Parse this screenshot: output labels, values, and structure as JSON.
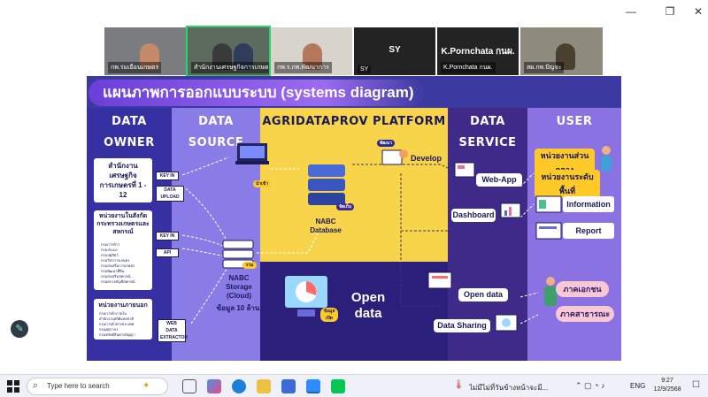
{
  "window": {
    "minimize_glyph": "—",
    "restore_glyph": "❐",
    "close_glyph": "✕"
  },
  "gallery": [
    {
      "name": "กพ.ร่มเยือนเกษตร"
    },
    {
      "name": "สำนักงานเศรษฐกิจการเกษตร..."
    },
    {
      "name": "กพ.ร.กพ.พัฒนาการ"
    },
    {
      "name": "SY",
      "label": "SY"
    },
    {
      "name": "K.Pornchata กนผ.",
      "label": "K.Pornchata กนผ."
    },
    {
      "name": "สผ.กพ.ปัญจะ"
    }
  ],
  "slide": {
    "title": "แผนภาพการออกแบบระบบ (systems diagram)",
    "columns": {
      "data_owner": "DATA OWNER",
      "data_source": "DATA SOURCE",
      "platform": "AGRIDATAPROV PLATFORM",
      "data_service": "DATA SERVICE",
      "user": "USER"
    },
    "owners": {
      "oae_title": "สำนักงานเศรษฐกิจการเกษตรที่ 1 - 12",
      "oae_tag1": "KEY IN",
      "oae_tag2": "DATA UPLOAD",
      "moac_title": "หน่วยงานในสังกัดกระทรวงเกษตรและสหกรณ์",
      "moac_tag1": "KEY IN",
      "moac_tag2": "API",
      "moac_items": [
        "กรมการข้าว",
        "กรมประมง",
        "กรมปศุสัตว์",
        "กรมวิชาการเกษตร",
        "กรมส่งเสริมการเกษตร",
        "กรมพัฒนาที่ดิน",
        "กรมส่งเสริมสหกรณ์",
        "กรมตรวจบัญชีสหกรณ์"
      ],
      "ext_title": "หน่วยงานภายนอก",
      "ext_tag": "WEB DATA EXTRACTOR",
      "ext_items": [
        "กรมการค้าภายใน",
        "สำนักงานสถิติแห่งชาติ",
        "กรมการค้าต่างประเทศ",
        "กรมศุลกากร",
        "กรมทรัพย์สินทางปัญญา"
      ]
    },
    "source": {
      "import_badge": "นำเข้า",
      "storage_title": "NABC Storage (Cloud)",
      "storage_badge": "รวม",
      "storage_caption": "ข้อมูล 10 ล้าน"
    },
    "platform": {
      "develop_badge": "พัฒนา",
      "develop_label": "Develop",
      "db_badge": "จัดเก็บ",
      "db_title": "NABC Database",
      "open_data_badge": "ข้อมูลเปิด",
      "open_data_title": "Open data"
    },
    "service": {
      "webapp": "Web-App",
      "dashboard": "Dashboard",
      "open_data": "Open data",
      "data_sharing": "Data Sharing"
    },
    "user": {
      "central": "หน่วยงานส่วนกลาง",
      "regional": "หน่วยงานระดับพื้นที่",
      "information": "Information",
      "report": "Report",
      "private": "ภาคเอกชน",
      "public": "ภาคสาธารณะ"
    }
  },
  "taskbar": {
    "search_placeholder": "Type here to search",
    "weather_text": "ไม่มีไม่ที่วันข้างหน้าจะมี...",
    "lang": "ENG",
    "time": "9:27",
    "date": "12/9/2568"
  },
  "colors": {
    "slide_bg": "#3c3aa0",
    "owner_col": "#3730a3",
    "source_col": "#8a7ce6",
    "platform_col": "#f7d44a",
    "service_col": "#3f2a8a",
    "user_col": "#8b72e2",
    "accent_yellow": "#ffc928",
    "accent_pink": "#f8c8d4"
  }
}
